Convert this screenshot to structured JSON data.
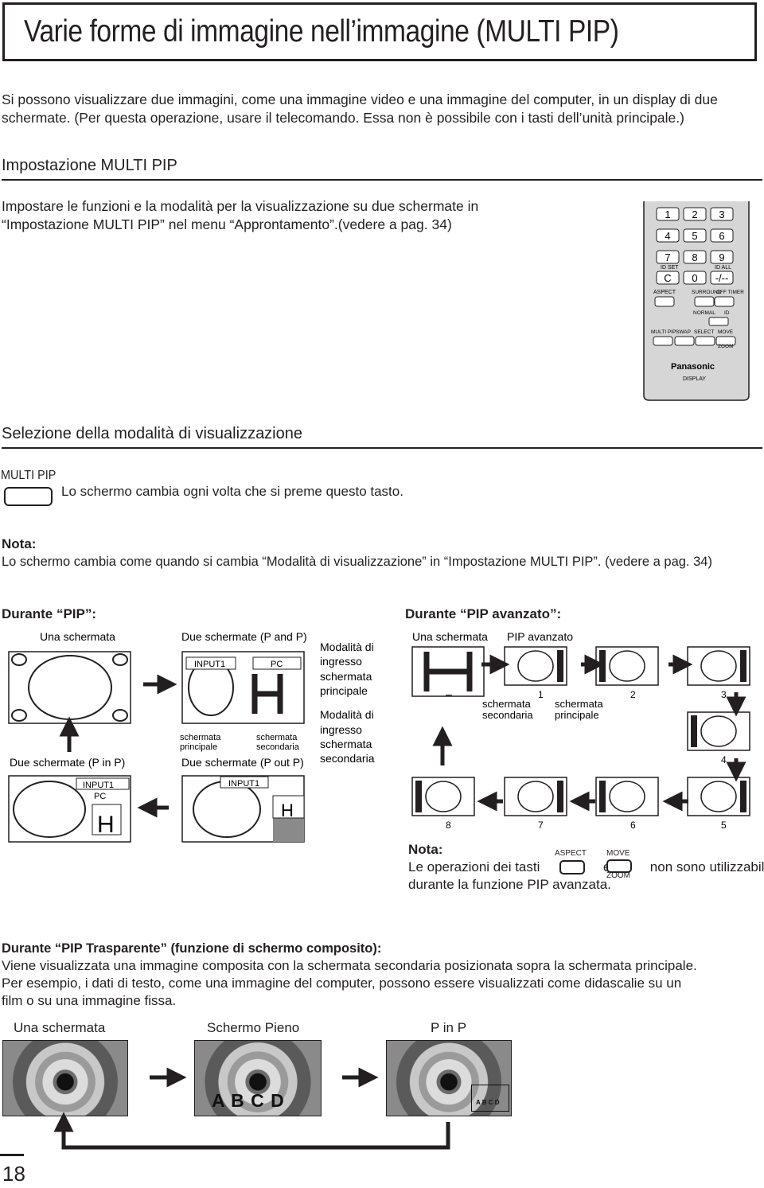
{
  "title": "Varie forme di immagine nell’immagine (MULTI PIP)",
  "intro": [
    "Si possono visualizzare due immagini, come una immagine video e una immagine del computer, in un display di due",
    "schermate. (Per questa operazione, usare il telecomando. Essa non è possibile con i tasti dell’unità principale.)"
  ],
  "section1": {
    "heading": "Impostazione MULTI PIP",
    "text": [
      "Impostare le funzioni e la modalità per la visualizzazione su due schermate in",
      "“Impostazione MULTI PIP” nel menu “Approntamento”.(vedere a pag. 34)"
    ]
  },
  "remote": {
    "keys": [
      "1",
      "2",
      "3",
      "4",
      "5",
      "6",
      "7",
      "8",
      "9",
      "C",
      "0",
      "-/--"
    ],
    "id_set": "ID SET",
    "id_all": "ID ALL",
    "aspect": "ASPECT",
    "surround": "SURROUND",
    "off_timer": "OFF TIMER",
    "normal": "NORMAL",
    "id": "ID",
    "multi_pip": "MULTI PIP",
    "swap": "SWAP",
    "select": "SELECT",
    "move": "MOVE",
    "zoom": "ZOOM",
    "brand": "Panasonic",
    "display": "DISPLAY"
  },
  "section2": {
    "heading": "Selezione della modalità di visualizzazione",
    "button_label": "MULTI PIP",
    "button_desc": "Lo schermo cambia ogni volta che si preme questo tasto.",
    "note_label": "Nota:",
    "note_text": "Lo schermo cambia come quando si cambia “Modalità di visualizzazione” in “Impostazione MULTI PIP”. (vedere a pag. 34)"
  },
  "pip": {
    "heading": "Durante “PIP”:",
    "una": "Una schermata",
    "due_pandp": "Due schermate (P and P)",
    "due_pinp": "Due schermate (P in P)",
    "due_poutp": "Due schermate (P out P)",
    "input1": "INPUT1",
    "pc": "PC",
    "h": "H",
    "principale": [
      "schermata",
      "principale"
    ],
    "secondaria": [
      "schermata",
      "secondaria"
    ],
    "mode_main": [
      "Modalità di",
      "ingresso",
      "schermata",
      "principale"
    ],
    "mode_sub": [
      "Modalità di",
      "ingresso",
      "schermata",
      "secondaria"
    ]
  },
  "adv": {
    "heading": "Durante “PIP avanzato”:",
    "una": "Una schermata",
    "avanzato": "PIP avanzato",
    "numbers": [
      "1",
      "2",
      "3",
      "4",
      "5",
      "6",
      "7",
      "8"
    ],
    "secondaria": [
      "schermata",
      "secondaria"
    ],
    "principale": [
      "schermata",
      "principale"
    ],
    "dash": "–",
    "note_label": "Nota:",
    "note_line1_a": "Le operazioni dei tasti",
    "note_line1_b": "e",
    "note_line1_c": "non sono utilizzabili",
    "note_line2": "durante la funzione PIP avanzata.",
    "aspect": "ASPECT",
    "move": "MOVE",
    "zoom": "ZOOM"
  },
  "trasp": {
    "heading": "Durante “PIP Trasparente” (funzione di schermo composito):",
    "text": [
      "Viene visualizzata una immagine composita con la schermata secondaria posizionata sopra la schermata principale.",
      "Per esempio, i dati di testo, come una immagine del computer, possono essere visualizzati come didascalie su un",
      "film o su una immagine fissa."
    ],
    "labels": [
      "Una schermata",
      "Schermo Pieno",
      "P in P"
    ],
    "abcd": "A B C D"
  },
  "page_number": "18"
}
